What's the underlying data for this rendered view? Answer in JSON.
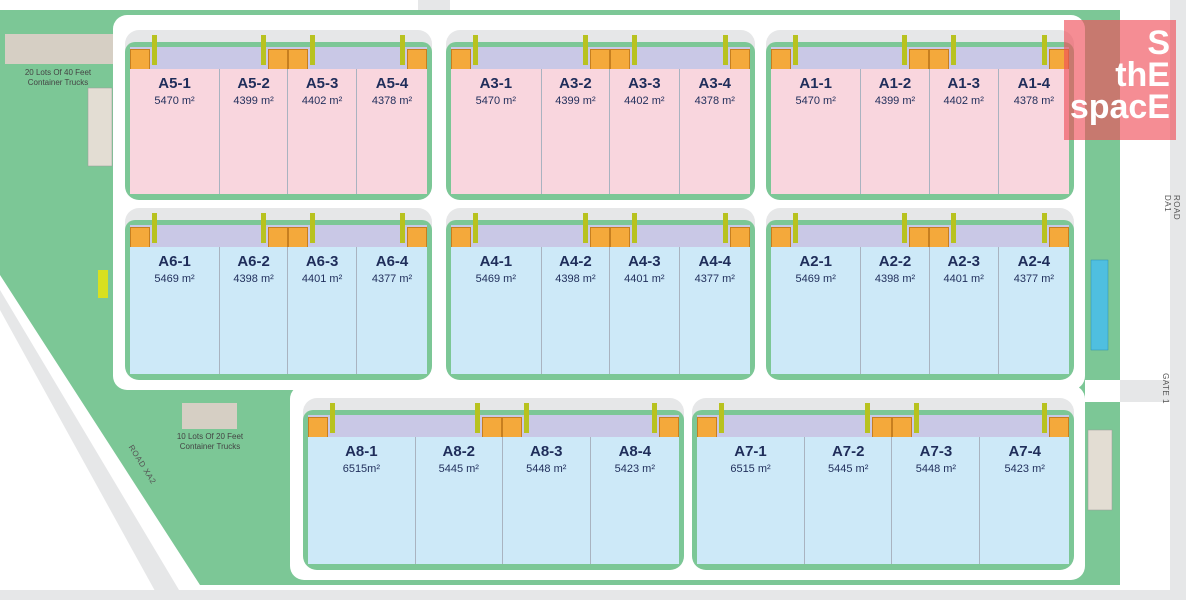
{
  "parking": [
    {
      "label": "20 Lots Of 40 Feet Container Trucks"
    },
    {
      "label": "10 Lots Of 20 Feet Container Trucks"
    }
  ],
  "roads": {
    "left": "ROAD XA2",
    "right": "ROAD DA1",
    "gate": "GATE 1"
  },
  "logo": {
    "line1": "S",
    "line2": "thE",
    "line3": "spacE"
  },
  "colors": {
    "green": "#7cc796",
    "pink": "#f9d6de",
    "blue": "#cde9f8",
    "office": "#f4a93b",
    "road": "#e6e7e8"
  },
  "blocks": [
    {
      "name": "A5",
      "color": "pink",
      "units": [
        {
          "id": "A5-1",
          "size": "5470 m²"
        },
        {
          "id": "A5-2",
          "size": "4399 m²"
        },
        {
          "id": "A5-3",
          "size": "4402 m²"
        },
        {
          "id": "A5-4",
          "size": "4378 m²"
        }
      ]
    },
    {
      "name": "A3",
      "color": "pink",
      "units": [
        {
          "id": "A3-1",
          "size": "5470 m²"
        },
        {
          "id": "A3-2",
          "size": "4399 m²"
        },
        {
          "id": "A3-3",
          "size": "4402 m²"
        },
        {
          "id": "A3-4",
          "size": "4378 m²"
        }
      ]
    },
    {
      "name": "A1",
      "color": "pink",
      "units": [
        {
          "id": "A1-1",
          "size": "5470 m²"
        },
        {
          "id": "A1-2",
          "size": "4399 m²"
        },
        {
          "id": "A1-3",
          "size": "4402 m²"
        },
        {
          "id": "A1-4",
          "size": "4378 m²"
        }
      ]
    },
    {
      "name": "A6",
      "color": "blue",
      "units": [
        {
          "id": "A6-1",
          "size": "5469 m²"
        },
        {
          "id": "A6-2",
          "size": "4398 m²"
        },
        {
          "id": "A6-3",
          "size": "4401 m²"
        },
        {
          "id": "A6-4",
          "size": "4377 m²"
        }
      ]
    },
    {
      "name": "A4",
      "color": "blue",
      "units": [
        {
          "id": "A4-1",
          "size": "5469 m²"
        },
        {
          "id": "A4-2",
          "size": "4398 m²"
        },
        {
          "id": "A4-3",
          "size": "4401 m²"
        },
        {
          "id": "A4-4",
          "size": "4377 m²"
        }
      ]
    },
    {
      "name": "A2",
      "color": "blue",
      "units": [
        {
          "id": "A2-1",
          "size": "5469 m²"
        },
        {
          "id": "A2-2",
          "size": "4398 m²"
        },
        {
          "id": "A2-3",
          "size": "4401 m²"
        },
        {
          "id": "A2-4",
          "size": "4377 m²"
        }
      ]
    },
    {
      "name": "A8",
      "color": "blue",
      "units": [
        {
          "id": "A8-1",
          "size": "6515m²"
        },
        {
          "id": "A8-2",
          "size": "5445 m²"
        },
        {
          "id": "A8-3",
          "size": "5448 m²"
        },
        {
          "id": "A8-4",
          "size": "5423 m²"
        }
      ]
    },
    {
      "name": "A7",
      "color": "blue",
      "units": [
        {
          "id": "A7-1",
          "size": "6515 m²"
        },
        {
          "id": "A7-2",
          "size": "5445 m²"
        },
        {
          "id": "A7-3",
          "size": "5448 m²"
        },
        {
          "id": "A7-4",
          "size": "5423 m²"
        }
      ]
    }
  ]
}
